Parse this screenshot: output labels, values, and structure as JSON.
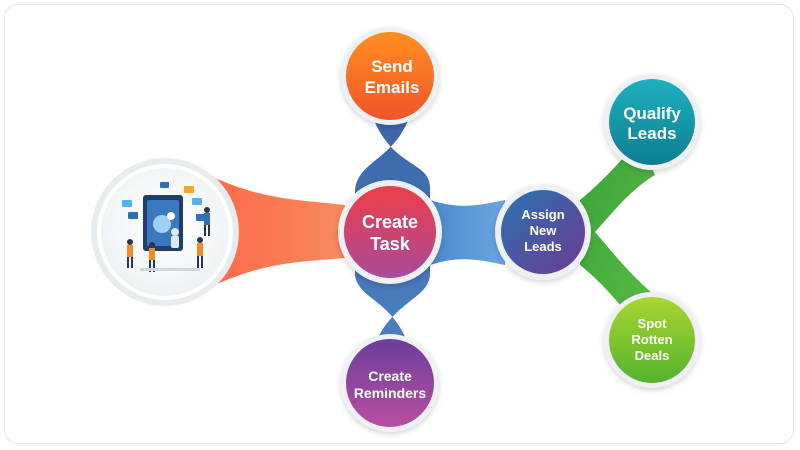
{
  "nodes": {
    "create_task": {
      "lines": [
        "Create",
        "Task"
      ]
    },
    "send_emails": {
      "lines": [
        "Send",
        "Emails"
      ]
    },
    "create_reminders": {
      "lines": [
        "Create",
        "Reminders"
      ]
    },
    "assign_new_leads": {
      "lines": [
        "Assign",
        "New",
        "Leads"
      ]
    },
    "qualify_leads": {
      "lines": [
        "Qualify",
        "Leads"
      ]
    },
    "spot_rotten_deals": {
      "lines": [
        "Spot",
        "Rotten",
        "Deals"
      ]
    }
  },
  "colors": {
    "orange_connector": "#f77a52",
    "blue_connector": "#3f74b3",
    "light_blue_connector": "#5a9bd8",
    "green_connector": "#47ad3b",
    "create_task": [
      "#e8434f",
      "#a94a9a"
    ],
    "send_emails": [
      "#ff8a1c",
      "#f15a24"
    ],
    "create_reminders": [
      "#6e3f9c",
      "#b04ca0"
    ],
    "assign_new_leads": [
      "#2e6fae",
      "#6a3c93"
    ],
    "qualify_leads": [
      "#1aa3b5",
      "#0c8596"
    ],
    "spot_rotten_deals": [
      "#9fd12e",
      "#5fb82e"
    ]
  },
  "icons": {
    "illustration": "team-automation-illustration"
  }
}
